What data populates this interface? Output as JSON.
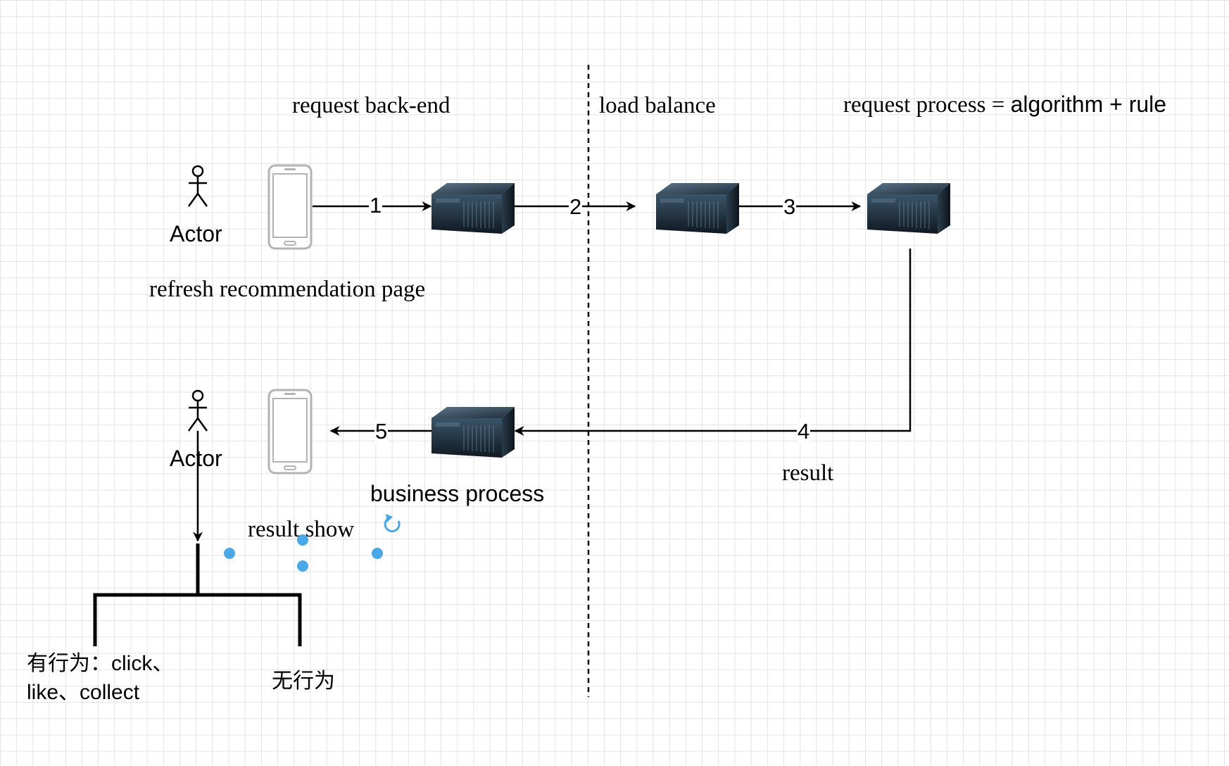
{
  "labels": {
    "request_backend": "request back-end",
    "load_balance": "load balance",
    "request_process_prefix": "request process = ",
    "request_process_algo": "algorithm +  rule",
    "actor_top": "Actor",
    "actor_bottom": "Actor",
    "refresh_page": "refresh recommendation page",
    "business_process": "business process",
    "result": "result",
    "result_show": "result show",
    "branch_has_behavior": "有行为：click、\nlike、collect",
    "branch_no_behavior": "无行为"
  },
  "edges": {
    "step1": "1",
    "step2": "2",
    "step3": "3",
    "step4": "4",
    "step5": "5"
  },
  "colors": {
    "line": "#000000",
    "phone_outline": "#b3b3b3",
    "selection_handle": "#4ba8e6",
    "server_body": "#1c2a36",
    "server_top": "#33485a"
  },
  "icons": {
    "actor": "stick-figure-icon",
    "phone": "mobile-phone-icon",
    "server": "rack-server-icon",
    "rotate": "rotate-handle-icon"
  }
}
